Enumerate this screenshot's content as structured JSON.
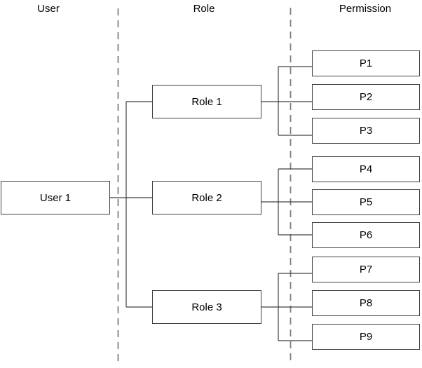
{
  "diagram": {
    "columns": [
      {
        "label": "User"
      },
      {
        "label": "Role"
      },
      {
        "label": "Permission"
      }
    ],
    "user": {
      "label": "User 1"
    },
    "roles": [
      {
        "label": "Role 1"
      },
      {
        "label": "Role 2"
      },
      {
        "label": "Role 3"
      }
    ],
    "permissions": [
      {
        "label": "P1"
      },
      {
        "label": "P2"
      },
      {
        "label": "P3"
      },
      {
        "label": "P4"
      },
      {
        "label": "P5"
      },
      {
        "label": "P6"
      },
      {
        "label": "P7"
      },
      {
        "label": "P8"
      },
      {
        "label": "P9"
      }
    ],
    "edges": [
      {
        "from": "User 1",
        "to": "Role 1"
      },
      {
        "from": "User 1",
        "to": "Role 2"
      },
      {
        "from": "User 1",
        "to": "Role 3"
      },
      {
        "from": "Role 1",
        "to": "P1"
      },
      {
        "from": "Role 1",
        "to": "P2"
      },
      {
        "from": "Role 1",
        "to": "P3"
      },
      {
        "from": "Role 2",
        "to": "P4"
      },
      {
        "from": "Role 2",
        "to": "P5"
      },
      {
        "from": "Role 2",
        "to": "P6"
      },
      {
        "from": "Role 3",
        "to": "P7"
      },
      {
        "from": "Role 3",
        "to": "P8"
      },
      {
        "from": "Role 3",
        "to": "P9"
      }
    ],
    "colors": {
      "connector": "#404040",
      "separator": "#7f7f7f",
      "text": "#000000",
      "background": "#ffffff"
    }
  }
}
